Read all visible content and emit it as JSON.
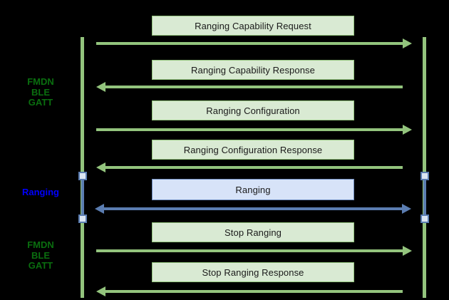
{
  "diagram": {
    "type": "sequence-diagram",
    "background": "#000000",
    "colors": {
      "green_line": "#93c47d",
      "green_box_fill": "#d9ead3",
      "green_text": "#0a6e0f",
      "blue_line": "#5b7db1",
      "blue_box_fill": "#d7e3f8",
      "blue_box_border": "#6e8cbe",
      "blue_text": "#0000ff",
      "activation_node_fill": "#dae5f3"
    },
    "phase_labels": [
      {
        "label": "FMDN\nBLE\nGATT",
        "color": "green"
      },
      {
        "label": "Ranging",
        "color": "blue"
      },
      {
        "label": "FMDN\nBLE\nGATT",
        "color": "green"
      }
    ],
    "messages": [
      {
        "label": "Ranging Capability Request",
        "direction": "right",
        "style": "green"
      },
      {
        "label": "Ranging Capability Response",
        "direction": "left",
        "style": "green"
      },
      {
        "label": "Ranging Configuration",
        "direction": "right",
        "style": "green"
      },
      {
        "label": "Ranging Configuration Response",
        "direction": "left",
        "style": "green"
      },
      {
        "label": "Ranging",
        "direction": "both",
        "style": "blue"
      },
      {
        "label": "Stop Ranging",
        "direction": "right",
        "style": "green"
      },
      {
        "label": "Stop Ranging Response",
        "direction": "left",
        "style": "green"
      }
    ]
  }
}
